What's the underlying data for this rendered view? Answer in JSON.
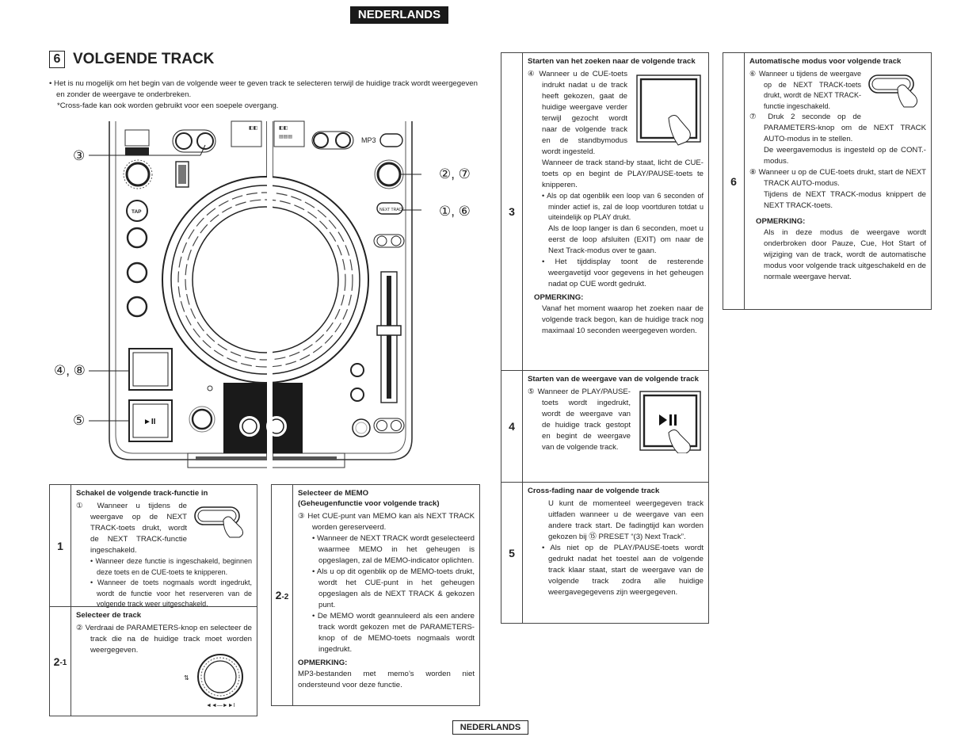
{
  "language_tab": "NEDERLANDS",
  "section": {
    "number": "6",
    "title": "VOLGENDE TRACK"
  },
  "intro": {
    "bullet": "• Het is nu mogelijk om het begin van de volgende weer te geven track te selecteren terwijl de huidige track wordt weergegeven en zonder de weergave te onderbreken.",
    "note": "*Cross-fade kan ook worden gebruikt voor een soepele overgang."
  },
  "callouts": {
    "c3": "③",
    "c27": "②, ⑦",
    "c16": "①, ⑥",
    "c48": "④, ⑧",
    "c5": "⑤"
  },
  "device_labels": {
    "mp3": "MP3",
    "tap": "TAP",
    "next_track": "NEXT TRACK",
    "play_pause": "►II"
  },
  "steps": {
    "s1": {
      "num": "1",
      "title": "Schakel de volgende track-functie in",
      "p1": "① Wanneer u tijdens de weergave op de NEXT TRACK-toets drukt, wordt de NEXT TRACK-functie ingeschakeld.",
      "b1": "• Wanneer deze functie is ingeschakeld, beginnen deze toets en de CUE-toets te knipperen.",
      "b2": "• Wanneer de toets nogmaals wordt ingedrukt, wordt de functie voor het reserveren van de volgende track weer uitgeschakeld."
    },
    "s21": {
      "num": "2",
      "sub": "-1",
      "title": "Selecteer de track",
      "p1": "② Verdraai de PARAMETERS-knop en selecteer de track die na de huidige track moet worden weergegeven."
    },
    "s22": {
      "num": "2",
      "sub": "-2",
      "title1": "Selecteer de MEMO",
      "title2": "(Geheugenfunctie voor volgende track)",
      "p1": "③ Het CUE-punt van MEMO kan als NEXT TRACK worden gereserveerd.",
      "b1": "• Wanneer de NEXT TRACK wordt geselecteerd waarmee MEMO in het geheugen is opgeslagen, zal de MEMO-indicator oplichten.",
      "b2": "• Als u op dit ogenblik op de MEMO-toets drukt, wordt het CUE-punt in het geheugen opgeslagen als de NEXT TRACK & gekozen punt.",
      "b3": "• De MEMO wordt geannuleerd als een andere track wordt gekozen met de PARAMETERS-knop of de MEMO-toets nogmaals wordt ingedrukt.",
      "note_label": "OPMERKING:",
      "note": "MP3-bestanden met memo’s worden niet ondersteund voor deze functie."
    },
    "s3": {
      "num": "3",
      "title": "Starten van het zoeken naar de volgende track",
      "p1": "④ Wanneer u de CUE-toets indrukt nadat u de track heeft gekozen, gaat de huidige weergave verder terwijl gezocht wordt naar de volgende track en de standbymodus wordt ingesteld.",
      "p2": "Wanneer de track stand-by staat, licht de CUE-toets op en begint de PLAY/PAUSE-toets te knipperen.",
      "b1": "• Als op dat ogenblik een loop van 6 seconden of minder actief is, zal de loop voortduren totdat u uiteindelijk op PLAY drukt.",
      "b1b": "Als de loop langer is dan 6 seconden, moet u eerst de loop afsluiten (EXIT) om naar de Next Track-modus over te gaan.",
      "b2": "• Het tijddisplay toont de resterende weergavetijd voor gegevens in het geheugen nadat op CUE wordt gedrukt.",
      "note_label": "OPMERKING:",
      "note": "Vanaf het moment waarop het zoeken naar de volgende track begon, kan de huidige track nog maximaal 10 seconden weergegeven worden."
    },
    "s4": {
      "num": "4",
      "title": "Starten van de weergave van de volgende track",
      "p1": "⑤ Wanneer de PLAY/PAUSE-toets wordt ingedrukt, wordt de weergave van de huidige track gestopt en begint de weergave van de volgende track."
    },
    "s5": {
      "num": "5",
      "title": "Cross-fading naar de volgende track",
      "p1": "U kunt de momenteel weergegeven track uitfaden wanneer u de weergave van een andere track start. De fadingtijd kan worden gekozen bij ⑮ PRESET “(3) Next Track”.",
      "b1": "• Als niet op de PLAY/PAUSE-toets wordt gedrukt nadat het toestel aan de volgende track klaar staat, start de weergave van de volgende track zodra alle huidige weergavegegevens zijn weergegeven."
    },
    "s6": {
      "num": "6",
      "title": "Automatische modus voor volgende track",
      "p1": "⑥ Wanneer u tijdens de weergave op de NEXT TRACK-toets drukt, wordt de NEXT TRACK-functie ingeschakeld.",
      "p2": "⑦ Druk 2 seconde op de PARAMETERS-knop om de NEXT TRACK AUTO-modus in te stellen.",
      "p2b": "De weergavemodus is ingesteld op de CONT.-modus.",
      "p3": "⑧ Wanneer u op de CUE-toets drukt, start de NEXT TRACK AUTO-modus.",
      "p3b": "Tijdens de NEXT TRACK-modus knippert de NEXT TRACK-toets.",
      "note_label": "OPMERKING:",
      "note": "Als in deze modus de weergave wordt onderbroken door Pauze, Cue, Hot Start of wijziging van de track, wordt de automatische modus voor volgende track uitgeschakeld en de normale weergave hervat."
    }
  },
  "footer": "NEDERLANDS"
}
